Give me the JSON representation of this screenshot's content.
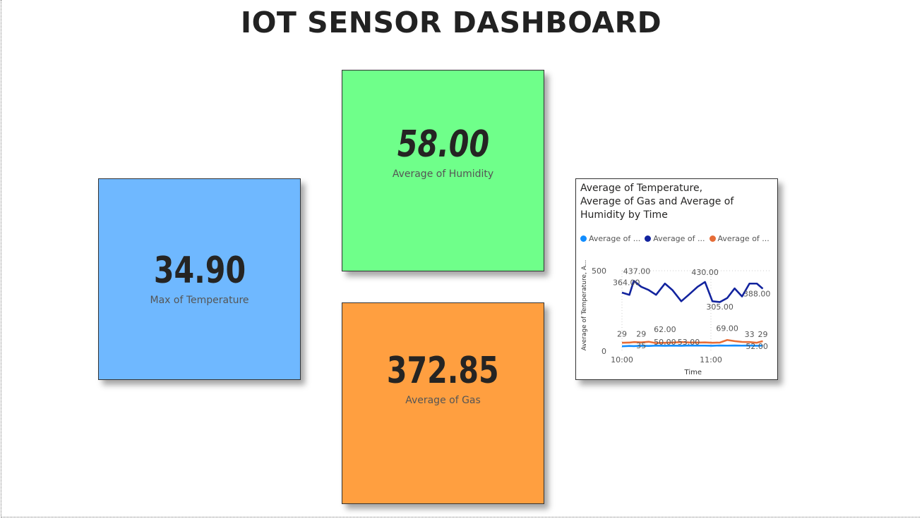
{
  "dashboard": {
    "title": "IOT SENSOR DASHBOARD"
  },
  "cards": {
    "temperature": {
      "value": "34.90",
      "label": "Max of Temperature",
      "color": "#6FB8FF"
    },
    "humidity": {
      "value": "58.00",
      "label": "Average of Humidity",
      "color": "#6FFF8A"
    },
    "gas": {
      "value": "372.85",
      "label": "Average of Gas",
      "color": "#FF9F40"
    }
  },
  "chart_data": {
    "type": "line",
    "title": "Average of Temperature, Average of Gas and Average of Humidity by Time",
    "title_lines": [
      "Average of Temperature,",
      "Average of Gas and Average of",
      "Humidity by Time"
    ],
    "xlabel": "Time",
    "ylabel": "Average of Temperature, A...",
    "ylim": [
      0,
      500
    ],
    "y_ticks": [
      "0",
      "500"
    ],
    "x_ticks": [
      {
        "label": "10:00",
        "x": 0
      },
      {
        "label": "11:00",
        "x": 60
      }
    ],
    "legend_position": "top-left",
    "grid": true,
    "legend": [
      {
        "label": "Average of ...",
        "color": "#118DFF"
      },
      {
        "label": "Average of ...",
        "color": "#12239E"
      },
      {
        "label": "Average of ...",
        "color": "#E66C37"
      }
    ],
    "x": [
      0,
      5,
      8,
      13,
      18,
      23,
      29,
      34,
      40,
      45,
      51,
      56,
      61,
      66,
      71,
      76,
      81,
      86,
      91,
      95
    ],
    "series": [
      {
        "color": "#118DFF",
        "values": [
          30,
          32,
          31,
          33,
          32,
          34,
          33,
          34,
          33,
          35,
          34,
          34,
          33,
          35,
          34,
          35,
          34,
          35,
          33,
          34
        ]
      },
      {
        "color": "#12239E",
        "values": [
          364,
          350,
          437,
          400,
          380,
          350,
          420,
          380,
          310,
          350,
          400,
          430,
          310,
          305,
          330,
          390,
          340,
          420,
          420,
          388
        ]
      },
      {
        "color": "#E66C37",
        "values": [
          52,
          53,
          56,
          54,
          58,
          50,
          52,
          53,
          56,
          54,
          53,
          54,
          52,
          53,
          69,
          62,
          57,
          56,
          52,
          62
        ]
      }
    ],
    "annotations": [
      {
        "label": "29",
        "x": 0,
        "y": 90,
        "color": "#555"
      },
      {
        "label": "29",
        "x": 13,
        "y": 90,
        "color": "#555"
      },
      {
        "label": "62.00",
        "x": 29,
        "y": 118,
        "color": "#555"
      },
      {
        "label": "69.00",
        "x": 71,
        "y": 125,
        "color": "#555"
      },
      {
        "label": "33",
        "x": 86,
        "y": 88,
        "color": "#555"
      },
      {
        "label": "29",
        "x": 95,
        "y": 88,
        "color": "#555"
      },
      {
        "label": "35",
        "x": 13,
        "y": 18,
        "color": "#555"
      },
      {
        "label": "50.00",
        "x": 29,
        "y": 40,
        "color": "#555"
      },
      {
        "label": "53.00",
        "x": 45,
        "y": 40,
        "color": "#555"
      },
      {
        "label": "52.00",
        "x": 91,
        "y": 14,
        "color": "#555"
      },
      {
        "label": "364.00",
        "x": 3,
        "y": 410,
        "color": "#555"
      },
      {
        "label": "437.00",
        "x": 10,
        "y": 480,
        "color": "#555"
      },
      {
        "label": "430.00",
        "x": 56,
        "y": 474,
        "color": "#555"
      },
      {
        "label": "305.00",
        "x": 66,
        "y": 258,
        "color": "#555"
      },
      {
        "label": "388.00",
        "x": 91,
        "y": 340,
        "color": "#555"
      }
    ]
  }
}
